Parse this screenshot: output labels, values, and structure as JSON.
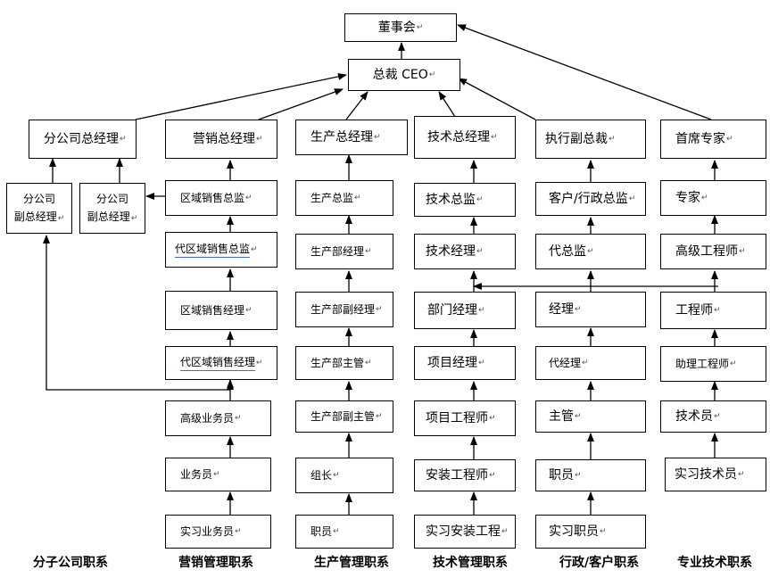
{
  "nodes": {
    "board": "董事会",
    "ceo": "总裁 CEO",
    "branch_gm": "分公司总经理",
    "branch_vgm_1": [
      "分公司",
      "副总经理"
    ],
    "branch_vgm_2": [
      "分公司",
      "副总经理"
    ],
    "marketing": {
      "gm": "营销总经理",
      "regional_director": "区域销售总监",
      "acting_regional_director": "代区域销售总监",
      "regional_manager": "区域销售经理",
      "acting_regional_manager": "代区域销售经理",
      "senior_sales": "高级业务员",
      "sales": "业务员",
      "intern_sales": "实习业务员"
    },
    "production": {
      "gm": "生产总经理",
      "director": "生产总监",
      "dept_manager": "生产部经理",
      "dept_vice_manager": "生产部副经理",
      "dept_supervisor": "生产部主管",
      "dept_vice_supervisor": "生产部副主管",
      "team_leader": "组长",
      "staff": "职员"
    },
    "technical": {
      "gm": "技术总经理",
      "director": "技术总监",
      "manager": "技术经理",
      "dept_manager": "部门经理",
      "project_manager": "项目经理",
      "project_engineer": "项目工程师",
      "install_engineer": "安装工程师",
      "intern_install": "实习安装工程"
    },
    "admin": {
      "evp": "执行副总裁",
      "director": "客户/行政总监",
      "acting_director": "代总监",
      "manager": "经理",
      "acting_manager": "代经理",
      "supervisor": "主管",
      "staff": "职员",
      "intern_staff": "实习职员"
    },
    "specialist": {
      "chief": "首席专家",
      "expert": "专家",
      "senior_engineer": "高级工程师",
      "engineer": "工程师",
      "assistant_engineer": "助理工程师",
      "technician": "技术员",
      "intern_technician": "实习技术员"
    }
  },
  "footer": {
    "branch": "分子公司职系",
    "marketing": "营销管理职系",
    "production": "生产管理职系",
    "technical": "技术管理职系",
    "admin": "行政/客户职系",
    "specialist": "专业技术职系"
  }
}
